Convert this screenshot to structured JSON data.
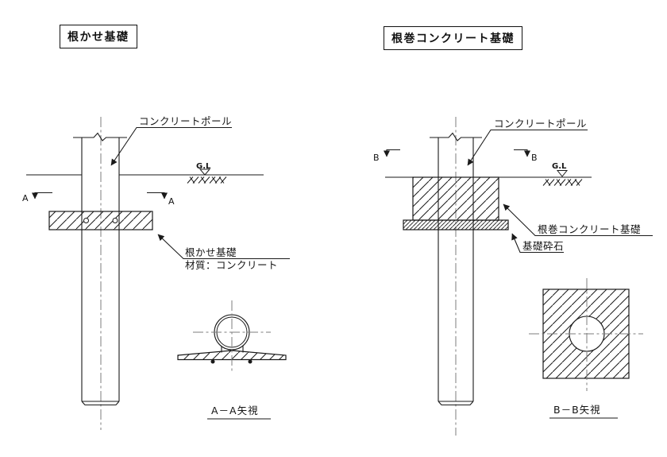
{
  "colors": {
    "ink": "#1a1a1a",
    "centerline": "#7d7d7d",
    "background": "#ffffff"
  },
  "left_diagram": {
    "title": "根かせ基礎",
    "pole_label": "コンクリートポール",
    "ground_label": "G.L",
    "section_letter": "A",
    "foundation_label": "根かせ基礎",
    "material_label": "材質：コンクリート",
    "section_view_label": "A－A矢視"
  },
  "right_diagram": {
    "title": "根巻コンクリート基礎",
    "pole_label": "コンクリートポール",
    "ground_label": "G.L",
    "section_letter": "B",
    "collar_label": "根巻コンクリート基礎",
    "gravel_label": "基礎砕石",
    "section_view_label": "B－B矢視"
  }
}
